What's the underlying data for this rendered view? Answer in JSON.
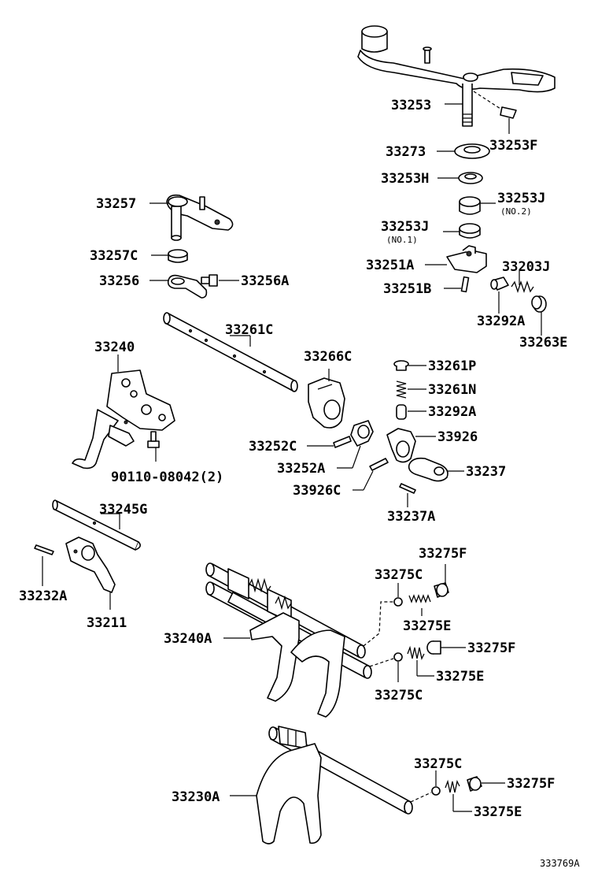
{
  "labels": {
    "p33253": "33253",
    "p33253F": "33253F",
    "p33273": "33273",
    "p33253H": "33253H",
    "p33253J_no2": "33253J",
    "p33253J_no2_note": "(NO.2)",
    "p33253J_no1": "33253J",
    "p33253J_no1_note": "(NO.1)",
    "p33251A": "33251A",
    "p33203J": "33203J",
    "p33251B": "33251B",
    "p33292A_top": "33292A",
    "p33263E": "33263E",
    "p33257": "33257",
    "p33257C": "33257C",
    "p33256": "33256",
    "p33256A": "33256A",
    "p33261C": "33261C",
    "p33240": "33240",
    "p33266C": "33266C",
    "p33261P": "33261P",
    "p33261N": "33261N",
    "p33292A_mid": "33292A",
    "p33926": "33926",
    "p33252C": "33252C",
    "p33252A": "33252A",
    "p33237": "33237",
    "p33926C": "33926C",
    "p33237A": "33237A",
    "p90110": "90110-08042(2)",
    "p33245G": "33245G",
    "p33232A": "33232A",
    "p33211": "33211",
    "p33275F_a": "33275F",
    "p33275C_a": "33275C",
    "p33275E_a": "33275E",
    "p33240A": "33240A",
    "p33275F_b": "33275F",
    "p33275E_b": "33275E",
    "p33275C_b": "33275C",
    "p33275C_c": "33275C",
    "p33230A": "33230A",
    "p33275F_c": "33275F",
    "p33275E_c": "33275E"
  },
  "diagram_ref": "333769A"
}
